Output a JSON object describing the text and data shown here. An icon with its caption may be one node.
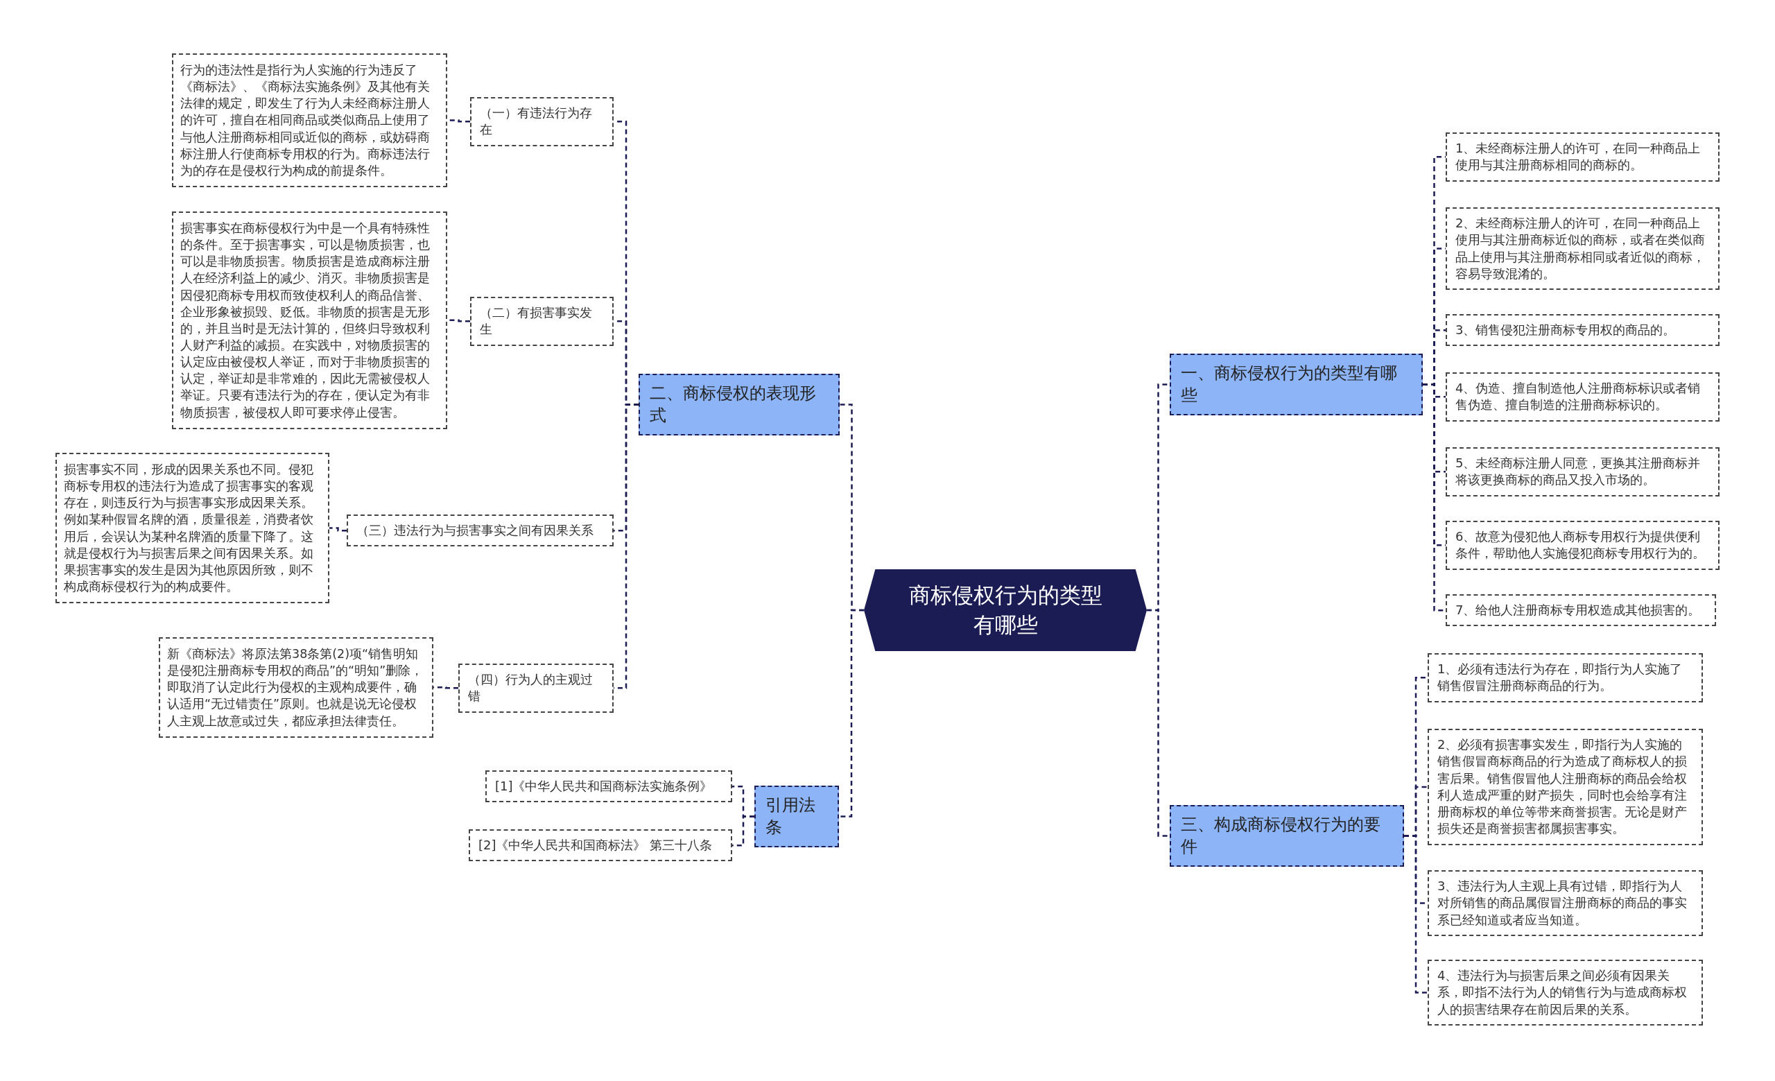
{
  "diagram": {
    "nodes": [
      {
        "text": [
          "商标侵权行为的类型有哪些"
        ]
      },
      {
        "text": [
          "二、商标侵权的表现形式"
        ]
      },
      {
        "text": [
          "（一）有违法行为存在"
        ]
      },
      {
        "text": [
          "行为的违法性是指行为人实施的行为违反了《商标法》、《商标法实施条例》及其他有关法律的规定，即发生了行为人未经商标注册人的许可，擅自在相同商品或类似商品上使用了与他人注册商标相同或近似的商标，或妨碍商标注册人行使商标专用权的行为。商标违法行为的存在是侵权行为构成的前提条件。"
        ]
      },
      {
        "text": [
          "（二）有损害事实发生"
        ]
      },
      {
        "text": [
          "损害事实在商标侵权行为中是一个具有特殊性的条件。至于损害事实，可以是物质损害，也可以是非物质损害。物质损害是造成商标注册人在经济利益上的减少、消灭。非物质损害是因侵犯商标专用权而致使权利人的商品信誉、企业形象被损毁、贬低。非物质的损害是无形的，并且当时是无法计算的，但终归导致权利人财产利益的减损。在实践中，对物质损害的认定应由被侵权人举证，而对于非物质损害的认定，举证却是非常难的，因此无需被侵权人举证。只要有违法行为的存在，便认定为有非物质损害，被侵权人即可要求停止侵害。"
        ]
      },
      {
        "text": [
          "（三）违法行为与损害事实之间有因果关系"
        ]
      },
      {
        "text": [
          "损害事实不同，形成的因果关系也不同。侵犯商标专用权的违法行为造成了损害事实的客观存在，则违反行为与损害事实形成因果关系。例如某种假冒名牌的酒，质量很差，消费者饮用后，会误认为某种名牌酒的质量下降了。这就是侵权行为与损害后果之间有因果关系。如果损害事实的发生是因为其他原因所致，则不构成商标侵权行为的构成要件。"
        ]
      },
      {
        "text": [
          "（四）行为人的主观过错"
        ]
      },
      {
        "text": [
          "新《商标法》将原法第38条第(2)项“销售明知是侵犯注册商标专用权的商品”的“明知”删除，即取消了认定此行为侵权的主观构成要件，确认适用“无过错责任”原则。也就是说无论侵权人主观上故意或过失，都应承担法律责任。"
        ]
      },
      {
        "text": [
          "引用法条"
        ]
      },
      {
        "text": [
          "[1]《中华人民共和国商标法实施条例》"
        ]
      },
      {
        "text": [
          "[2]《中华人民共和国商标法》 第三十八条"
        ]
      },
      {
        "text": [
          "一、商标侵权行为的类型有哪些"
        ]
      },
      {
        "text": [
          "1、未经商标注册人的许可，在同一种商品上使用与其注册商标相同的商标的。"
        ]
      },
      {
        "text": [
          "2、未经商标注册人的许可，在同一种商品上使用与其注册商标近似的商标，或者在类似商品上使用与其注册商标相同或者近似的商标，容易导致混淆的。"
        ]
      },
      {
        "text": [
          "3、销售侵犯注册商标专用权的商品的。"
        ]
      },
      {
        "text": [
          "4、伪造、擅自制造他人注册商标标识或者销售伪造、擅自制造的注册商标标识的。"
        ]
      },
      {
        "text": [
          "5、未经商标注册人同意，更换其注册商标并将该更换商标的商品又投入市场的。"
        ]
      },
      {
        "text": [
          "6、故意为侵犯他人商标专用权行为提供便利条件，帮助他人实施侵犯商标专用权行为的。"
        ]
      },
      {
        "text": [
          "7、给他人注册商标专用权造成其他损害的。"
        ]
      },
      {
        "text": [
          "三、构成商标侵权行为的要件"
        ]
      },
      {
        "text": [
          "1、必须有违法行为存在，即指行为人实施了销售假冒注册商标商品的行为。"
        ]
      },
      {
        "text": [
          "2、必须有损害事实发生，即指行为人实施的销售假冒商标商品的行为造成了商标权人的损害后果。销售假冒他人注册商标的商品会给权利人造成严重的财产损失，同时也会给享有注册商标权的单位等带来商誉损害。无论是财产损失还是商誉损害都属损害事实。"
        ]
      },
      {
        "text": [
          "3、违法行为人主观上具有过错，即指行为人对所销售的商品属假冒注册商标的商品的事实系已经知道或者应当知道。"
        ]
      },
      {
        "text": [
          "4、违法行为与损害后果之间必须有因果关系，即指不法行为人的销售行为与造成商标权人的损害结果存在前因后果的关系。"
        ]
      }
    ],
    "edges": [
      {
        "from": 0,
        "to": 1,
        "arrow": "none"
      },
      {
        "from": 1,
        "to": 2,
        "arrow": "none"
      },
      {
        "from": 2,
        "to": 3,
        "arrow": "none"
      },
      {
        "from": 1,
        "to": 4,
        "arrow": "none"
      },
      {
        "from": 4,
        "to": 5,
        "arrow": "none"
      },
      {
        "from": 1,
        "to": 6,
        "arrow": "none"
      },
      {
        "from": 6,
        "to": 7,
        "arrow": "none"
      },
      {
        "from": 1,
        "to": 8,
        "arrow": "none"
      },
      {
        "from": 8,
        "to": 9,
        "arrow": "none"
      },
      {
        "from": 0,
        "to": 10,
        "arrow": "none"
      },
      {
        "from": 10,
        "to": 11,
        "arrow": "none"
      },
      {
        "from": 10,
        "to": 12,
        "arrow": "none"
      },
      {
        "from": 0,
        "to": 13,
        "arrow": "none"
      },
      {
        "from": 13,
        "to": 14,
        "arrow": "none"
      },
      {
        "from": 13,
        "to": 15,
        "arrow": "none"
      },
      {
        "from": 13,
        "to": 16,
        "arrow": "none"
      },
      {
        "from": 13,
        "to": 17,
        "arrow": "none"
      },
      {
        "from": 13,
        "to": 18,
        "arrow": "none"
      },
      {
        "from": 13,
        "to": 19,
        "arrow": "none"
      },
      {
        "from": 13,
        "to": 20,
        "arrow": "none"
      },
      {
        "from": 0,
        "to": 21,
        "arrow": "none"
      },
      {
        "from": 21,
        "to": 22,
        "arrow": "none"
      },
      {
        "from": 21,
        "to": 23,
        "arrow": "none"
      },
      {
        "from": 21,
        "to": 24,
        "arrow": "none"
      },
      {
        "from": 21,
        "to": 25,
        "arrow": "none"
      }
    ]
  }
}
